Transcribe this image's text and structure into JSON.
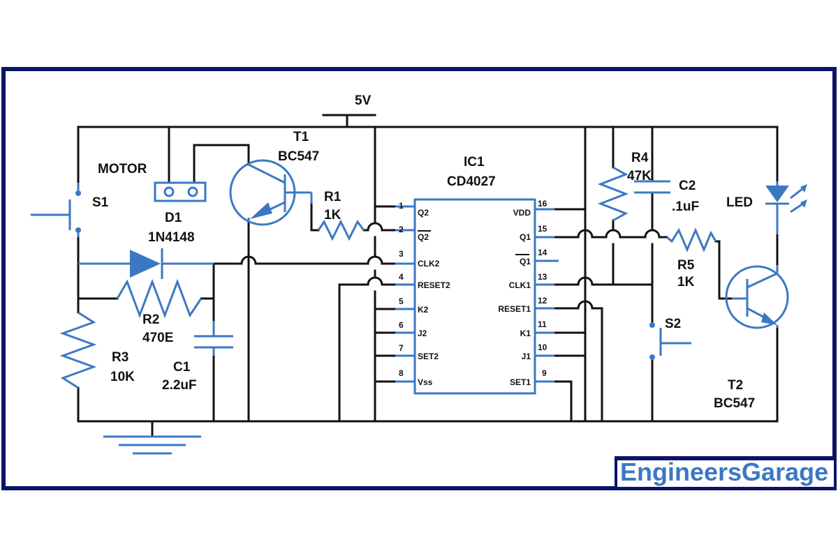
{
  "supply": {
    "label": "5V"
  },
  "components": {
    "T1": {
      "ref": "T1",
      "value": "BC547"
    },
    "T2": {
      "ref": "T2",
      "value": "BC547"
    },
    "IC1": {
      "ref": "IC1",
      "value": "CD4027"
    },
    "R1": {
      "ref": "R1",
      "value": "1K"
    },
    "R2": {
      "ref": "R2",
      "value": "470E"
    },
    "R3": {
      "ref": "R3",
      "value": "10K"
    },
    "R4": {
      "ref": "R4",
      "value": "47K"
    },
    "R5": {
      "ref": "R5",
      "value": "1K"
    },
    "C1": {
      "ref": "C1",
      "value": "2.2uF"
    },
    "C2": {
      "ref": "C2",
      "value": ".1uF"
    },
    "D1": {
      "ref": "D1",
      "value": "1N4148"
    },
    "S1": {
      "ref": "S1"
    },
    "S2": {
      "ref": "S2"
    },
    "MOTOR": {
      "ref": "MOTOR"
    },
    "LED": {
      "ref": "LED"
    }
  },
  "ic_pins_left": [
    {
      "num": "1",
      "name": "Q2"
    },
    {
      "num": "2",
      "name": "Q2"
    },
    {
      "num": "3",
      "name": "CLK2"
    },
    {
      "num": "4",
      "name": "RESET2"
    },
    {
      "num": "5",
      "name": "K2"
    },
    {
      "num": "6",
      "name": "J2"
    },
    {
      "num": "7",
      "name": "SET2"
    },
    {
      "num": "8",
      "name": "Vss"
    }
  ],
  "ic_pins_right": [
    {
      "num": "16",
      "name": "VDD"
    },
    {
      "num": "15",
      "name": "Q1"
    },
    {
      "num": "14",
      "name": "Q1"
    },
    {
      "num": "13",
      "name": "CLK1"
    },
    {
      "num": "12",
      "name": "RESET1"
    },
    {
      "num": "11",
      "name": "K1"
    },
    {
      "num": "10",
      "name": "J1"
    },
    {
      "num": "9",
      "name": "SET1"
    }
  ],
  "logo": {
    "text": "EngineersGarage"
  },
  "colors": {
    "frame": "#0b1467",
    "component": "#3b78c4",
    "wire": "#111111"
  }
}
